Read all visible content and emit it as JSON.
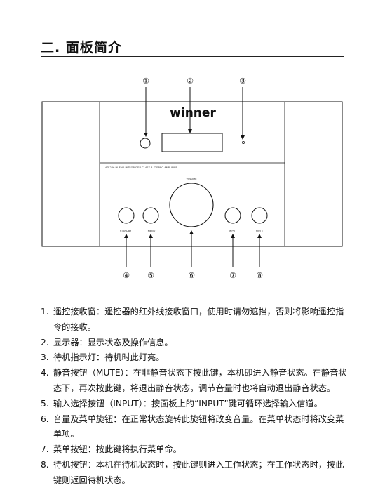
{
  "section": {
    "title": "二. 面板简介"
  },
  "panel": {
    "brand": "winner",
    "model_label": "AD-286 HI-END INTEGRATED CLASS A STEREO AMPLIFIER",
    "volume_label": "VOLUME",
    "knob_labels": {
      "standby": "STANDBY",
      "menu": "MENU",
      "input": "INPUT",
      "mute": "MUTE"
    },
    "callouts": [
      "①",
      "②",
      "③",
      "④",
      "⑤",
      "⑥",
      "⑦",
      "⑧"
    ]
  },
  "items": [
    {
      "num": "1.",
      "text": "遥控接收窗：遥控器的红外线接收窗口，使用时请勿遮挡，否则将影响遥控指令的接收。"
    },
    {
      "num": "2.",
      "text": "显示器：显示状态及操作信息。"
    },
    {
      "num": "3.",
      "text": "待机指示灯：待机时此灯亮。"
    },
    {
      "num": "4.",
      "text": "静音按钮（MUTE）：在非静音状态下按此键，本机即进入静音状态。在静音状态下，再次按此键，将退出静音状态，调节音量时也将自动退出静音状态。"
    },
    {
      "num": "5.",
      "text": "输入选择按钮（INPUT）：按面板上的“INPUT”键可循环选择输入信道。"
    },
    {
      "num": "6.",
      "text": "音量及菜单旋钮：在正常状态旋转此旋钮将改变音量。在菜单状态时将改变菜单项。"
    },
    {
      "num": "7.",
      "text": "菜单按钮：按此键将执行菜单命。"
    },
    {
      "num": "8.",
      "text": "待机按钮：本机在待机状态时，按此键则进入工作状态；在工作状态时，按此键则返回待机状态。"
    }
  ]
}
